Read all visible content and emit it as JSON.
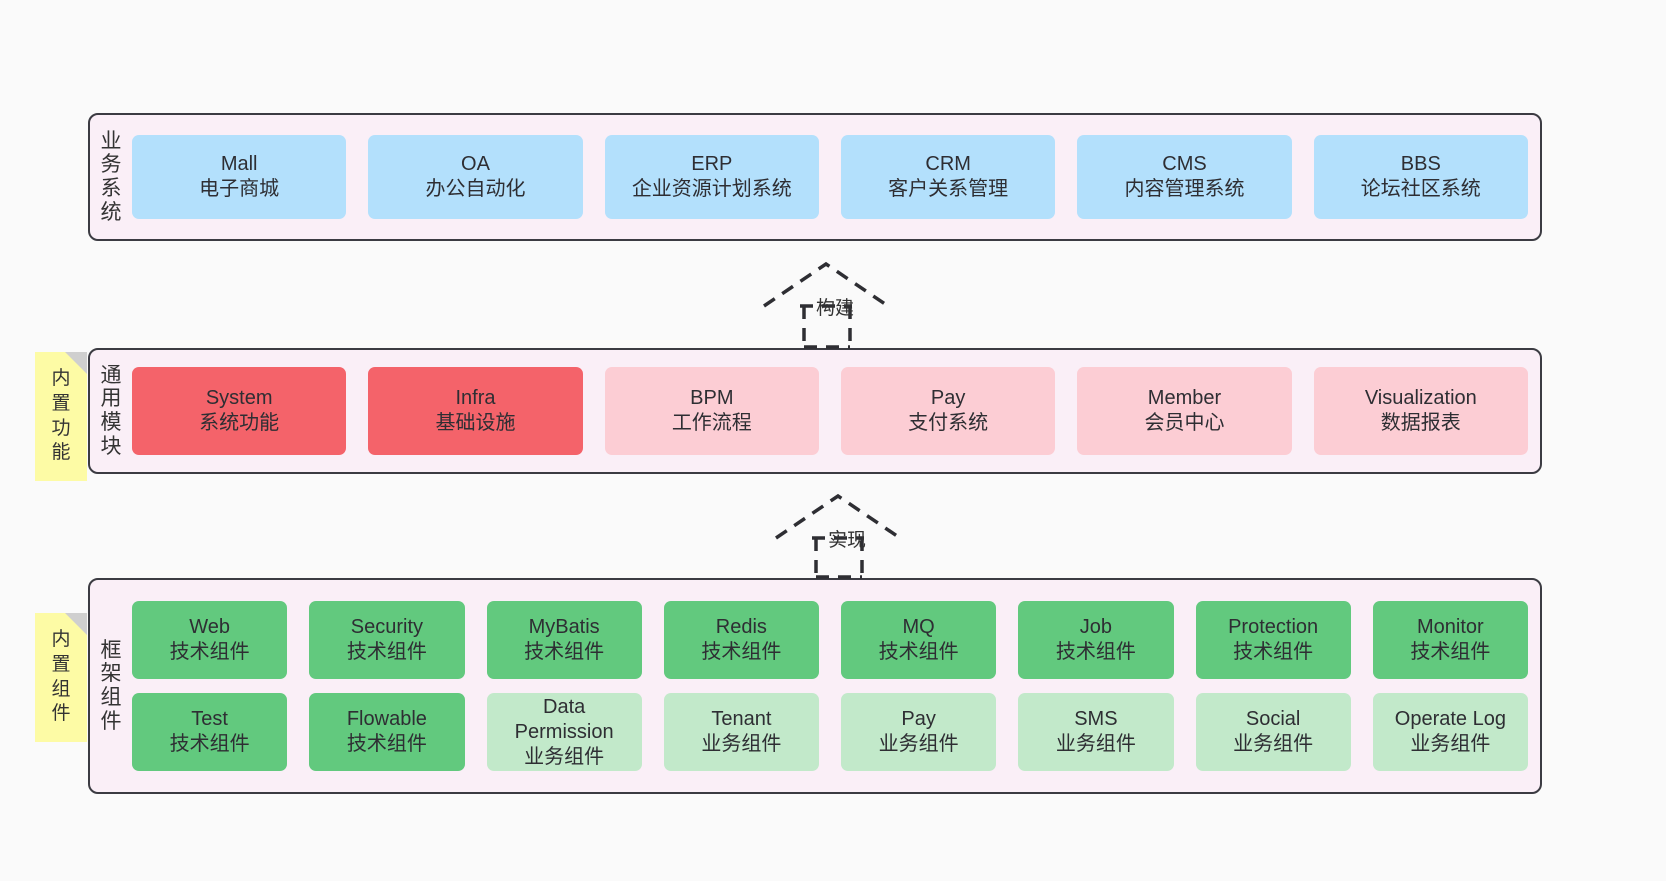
{
  "diagram": {
    "background": "#fafafa",
    "layers": [
      {
        "id": "business",
        "title_chars": [
          "业",
          "务",
          "系",
          "统"
        ],
        "note": null,
        "rows": [
          {
            "style": "blue",
            "cards": [
              {
                "en": "Mall",
                "cn": "电子商城"
              },
              {
                "en": "OA",
                "cn": "办公自动化"
              },
              {
                "en": "ERP",
                "cn": "企业资源计划系统"
              },
              {
                "en": "CRM",
                "cn": "客户关系管理"
              },
              {
                "en": "CMS",
                "cn": "内容管理系统"
              },
              {
                "en": "BBS",
                "cn": "论坛社区系统"
              }
            ]
          }
        ]
      },
      {
        "id": "common-module",
        "title_chars": [
          "通",
          "用",
          "模",
          "块"
        ],
        "note": {
          "chars": [
            "内",
            "置",
            "功",
            "能"
          ]
        },
        "rows": [
          {
            "style": "mixed",
            "cards": [
              {
                "en": "System",
                "cn": "系统功能",
                "style": "red"
              },
              {
                "en": "Infra",
                "cn": "基础设施",
                "style": "red"
              },
              {
                "en": "BPM",
                "cn": "工作流程",
                "style": "pink"
              },
              {
                "en": "Pay",
                "cn": "支付系统",
                "style": "pink"
              },
              {
                "en": "Member",
                "cn": "会员中心",
                "style": "pink"
              },
              {
                "en": "Visualization",
                "cn": "数据报表",
                "style": "pink"
              }
            ]
          }
        ]
      },
      {
        "id": "framework-component",
        "title_chars": [
          "框",
          "架",
          "组",
          "件"
        ],
        "note": {
          "chars": [
            "内",
            "置",
            "组",
            "件"
          ]
        },
        "rows": [
          {
            "style": "green",
            "cards": [
              {
                "en": "Web",
                "cn": "技术组件"
              },
              {
                "en": "Security",
                "cn": "技术组件"
              },
              {
                "en": "MyBatis",
                "cn": "技术组件"
              },
              {
                "en": "Redis",
                "cn": "技术组件"
              },
              {
                "en": "MQ",
                "cn": "技术组件"
              },
              {
                "en": "Job",
                "cn": "技术组件"
              },
              {
                "en": "Protection",
                "cn": "技术组件"
              },
              {
                "en": "Monitor",
                "cn": "技术组件"
              }
            ]
          },
          {
            "style": "mixed",
            "cards": [
              {
                "en": "Test",
                "cn": "技术组件",
                "style": "green"
              },
              {
                "en": "Flowable",
                "cn": "技术组件",
                "style": "green"
              },
              {
                "en": "Data Permission",
                "cn": "业务组件",
                "style": "mint"
              },
              {
                "en": "Tenant",
                "cn": "业务组件",
                "style": "mint"
              },
              {
                "en": "Pay",
                "cn": "业务组件",
                "style": "mint"
              },
              {
                "en": "SMS",
                "cn": "业务组件",
                "style": "mint"
              },
              {
                "en": "Social",
                "cn": "业务组件",
                "style": "mint"
              },
              {
                "en": "Operate Log",
                "cn": "业务组件",
                "style": "mint"
              }
            ]
          }
        ]
      }
    ],
    "connectors": [
      {
        "id": "build",
        "label": "构建"
      },
      {
        "id": "implement",
        "label": "实现"
      }
    ],
    "colors": {
      "canvas": "#fafafa",
      "layer_fill": "#faeff7",
      "layer_border": "#3b3b42",
      "blue": "#b3e0fc",
      "red": "#f4636a",
      "pink": "#fccdd4",
      "green": "#62c97e",
      "mint": "#c2e9ca",
      "note": "#fdfba5",
      "note_fold": "#cfcfcf",
      "text": "#333333"
    }
  }
}
